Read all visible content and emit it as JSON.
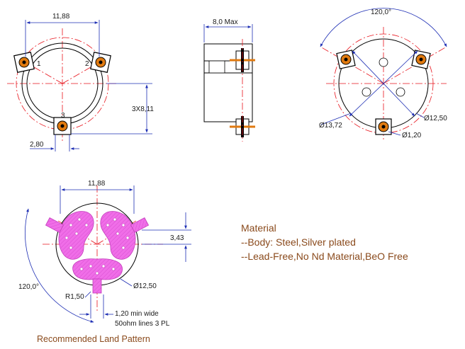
{
  "top_left_view": {
    "dim_width": "11,88",
    "dim_pitch": "3X8,11",
    "dim_pad": "2,80",
    "pin1": "1",
    "pin2": "2",
    "pin3": "3"
  },
  "side_view": {
    "dim_height": "8,0 Max"
  },
  "top_right_view": {
    "dim_angle": "120,0°",
    "dim_d1": "Ø13,72",
    "dim_d2": "Ø12,50",
    "dim_d3": "Ø1,20"
  },
  "land_pattern": {
    "dim_width": "11,88",
    "dim_gap": "3,43",
    "dim_angle": "120,0°",
    "dim_radius": "R1,50",
    "dim_diameter": "Ø12,50",
    "note_line1": "1,20 min wide",
    "note_line2": "50ohm lines 3 PL",
    "caption": "Recommended Land Pattern"
  },
  "material": {
    "title": "Material",
    "line1": "--Body: Steel,Silver plated",
    "line2": "--Lead-Free,No Nd Material,BeO Free"
  },
  "colors": {
    "outline": "#000000",
    "centerline": "#e8141c",
    "dimension": "#1e2fb4",
    "pad_fill": "#f06ee8",
    "terminal": "#e07a10",
    "text_brown": "#8a4a1c"
  }
}
